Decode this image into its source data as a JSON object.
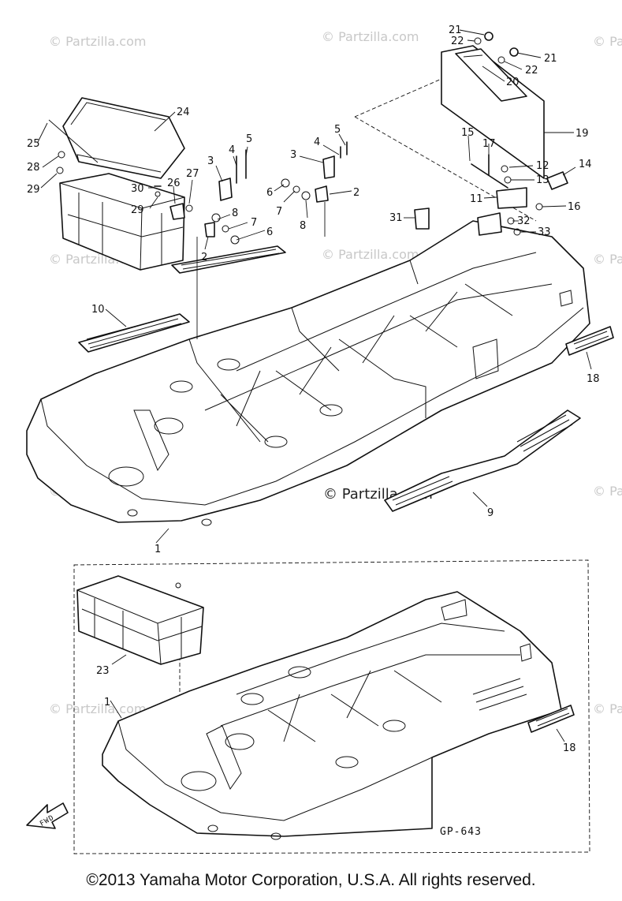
{
  "watermark": {
    "text": "© Partzilla.com"
  },
  "drawing_code": "GP-643",
  "direction_marker": "FWD",
  "copyright": "©2013  Yamaha Motor Corporation, U.S.A. All rights reserved.",
  "part_callouts": [
    "21",
    "22",
    "21",
    "22",
    "20",
    "19",
    "24",
    "25",
    "28",
    "29",
    "30",
    "29",
    "26",
    "27",
    "3",
    "4",
    "5",
    "3",
    "4",
    "5",
    "6",
    "7",
    "8",
    "2",
    "8",
    "7",
    "6",
    "2",
    "15",
    "17",
    "12",
    "13",
    "14",
    "11",
    "16",
    "31",
    "32",
    "33",
    "10",
    "18",
    "9",
    "1",
    "23",
    "1",
    "18"
  ]
}
